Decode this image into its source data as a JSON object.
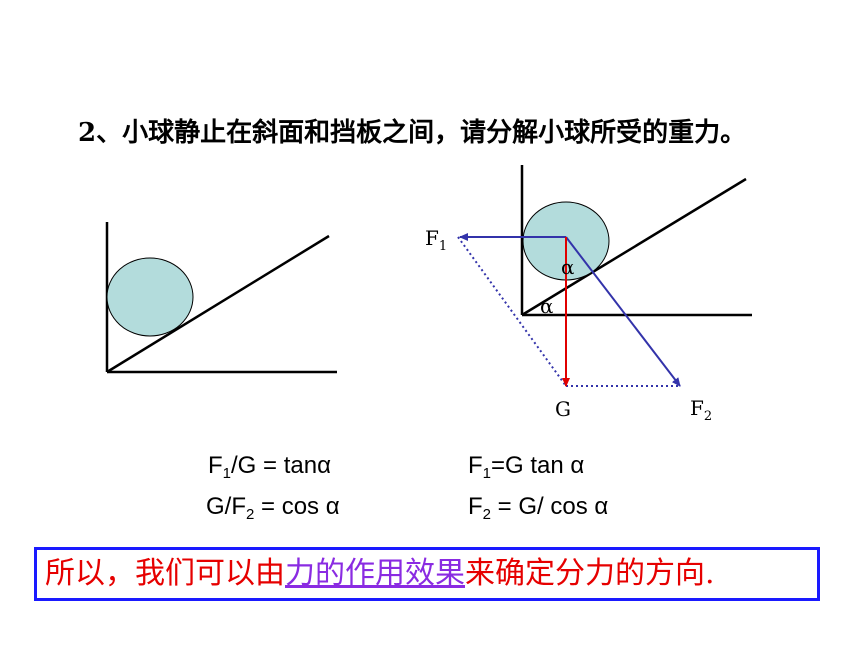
{
  "title": "2、小球静止在斜面和挡板之间，请分解小球所受的重力。",
  "diagram": {
    "labels": {
      "F1_main": "F",
      "F1_sub": "1",
      "F2_main": "F",
      "F2_sub": "2",
      "G": "G",
      "alpha_top": "α",
      "alpha_bottom": "α"
    },
    "colors": {
      "ball": "#b3dcdc",
      "gravity": "#e00000",
      "force": "#3333aa",
      "construction": "#3333aa"
    }
  },
  "formulas": {
    "f1": {
      "a": "F",
      "a_sub": "1",
      "b": "/G = tanα"
    },
    "f2": {
      "a": "G/F",
      "a_sub": "2",
      "b": " = cos α"
    },
    "f3": {
      "a": "F",
      "a_sub": "1",
      "b": "=G tan α"
    },
    "f4": {
      "a": "F",
      "a_sub": "2",
      "b": " = G/ cos α"
    }
  },
  "conclusion": {
    "pre": "所以，我们可以由",
    "link": "力的作用效果",
    "post": "来确定分力的方向."
  }
}
